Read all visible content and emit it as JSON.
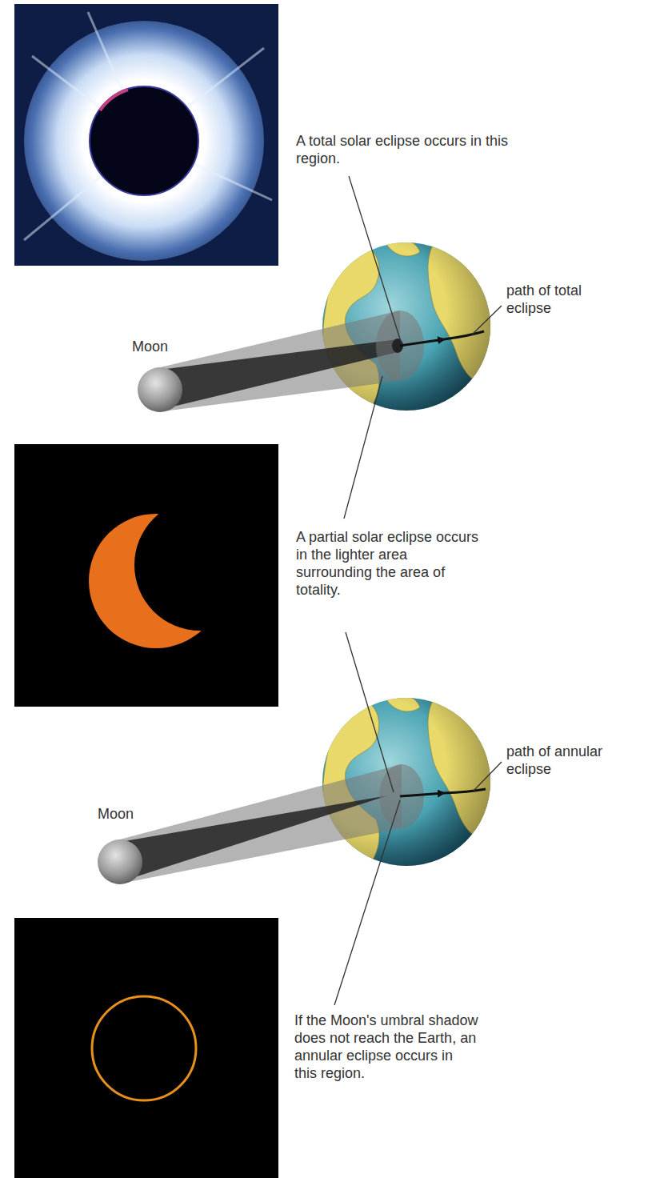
{
  "diagram": {
    "labels": [
      "A total solar eclipse occurs in this region.",
      "path of total eclipse",
      "Moon",
      "A partial solar eclipse occurs in the lighter area surrounding the area of totality.",
      "path of annular eclipse",
      "Moon",
      "If the Moon's umbral shadow does not reach the Earth, an annular eclipse occurs in this region."
    ]
  }
}
